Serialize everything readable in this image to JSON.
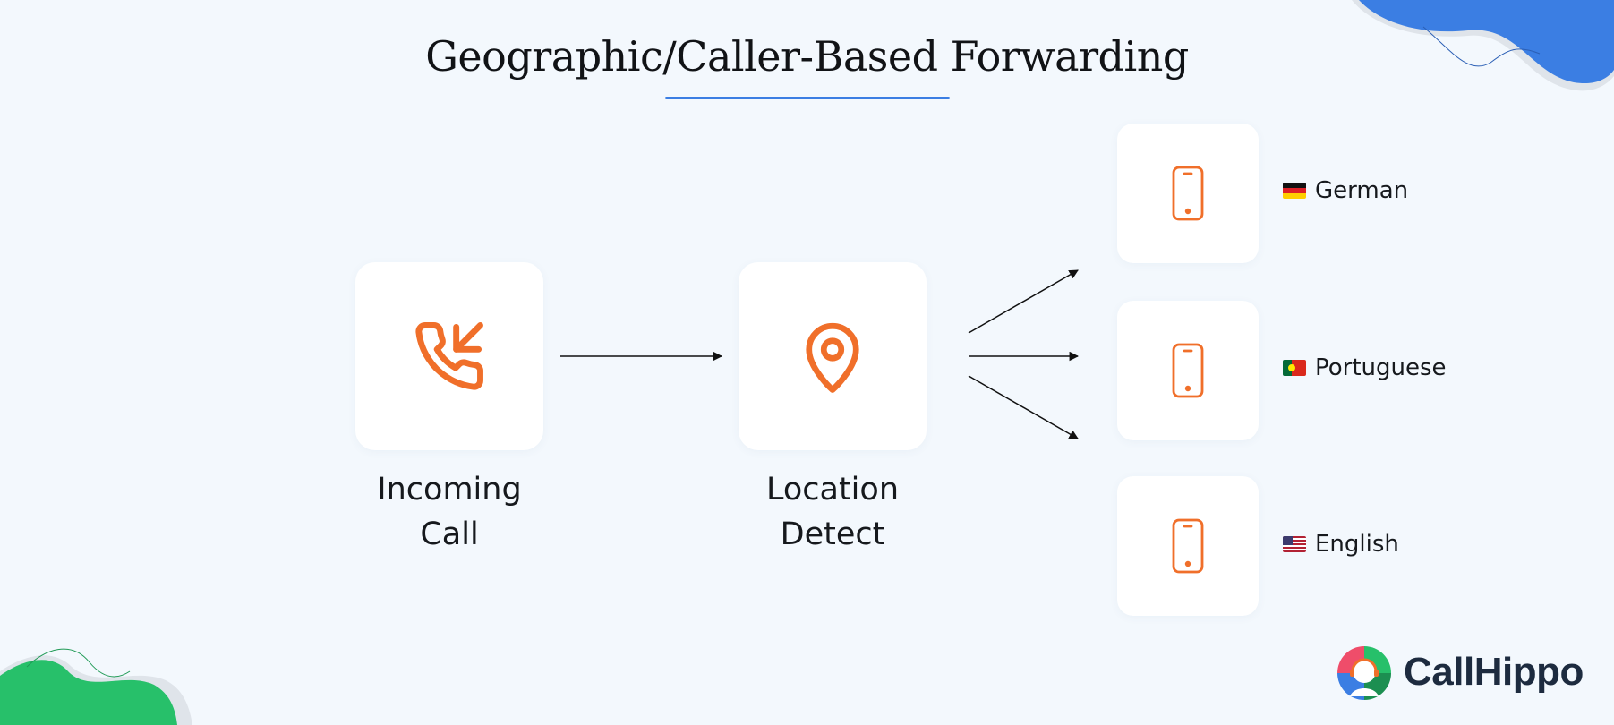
{
  "title": "Geographic/Caller-Based Forwarding",
  "nodes": {
    "incoming_line1": "Incoming",
    "incoming_line2": "Call",
    "location_line1": "Location",
    "location_line2": "Detect"
  },
  "destinations": [
    {
      "label": "German",
      "flag": "germany-flag-icon"
    },
    {
      "label": "Portuguese",
      "flag": "portugal-flag-icon"
    },
    {
      "label": "English",
      "flag": "usa-flag-icon"
    }
  ],
  "icons": {
    "incoming": "incoming-call-icon",
    "location": "location-pin-icon",
    "phone": "smartphone-icon",
    "logo": "callhippo-logo-icon"
  },
  "brand": {
    "name": "CallHippo"
  },
  "colors": {
    "background": "#f3f8fd",
    "accent_orange": "#f06f2a",
    "underline_blue": "#3b7ee3",
    "blob_blue": "#3b7ee3",
    "blob_green": "#27c06a",
    "text_dark": "#16191d"
  }
}
